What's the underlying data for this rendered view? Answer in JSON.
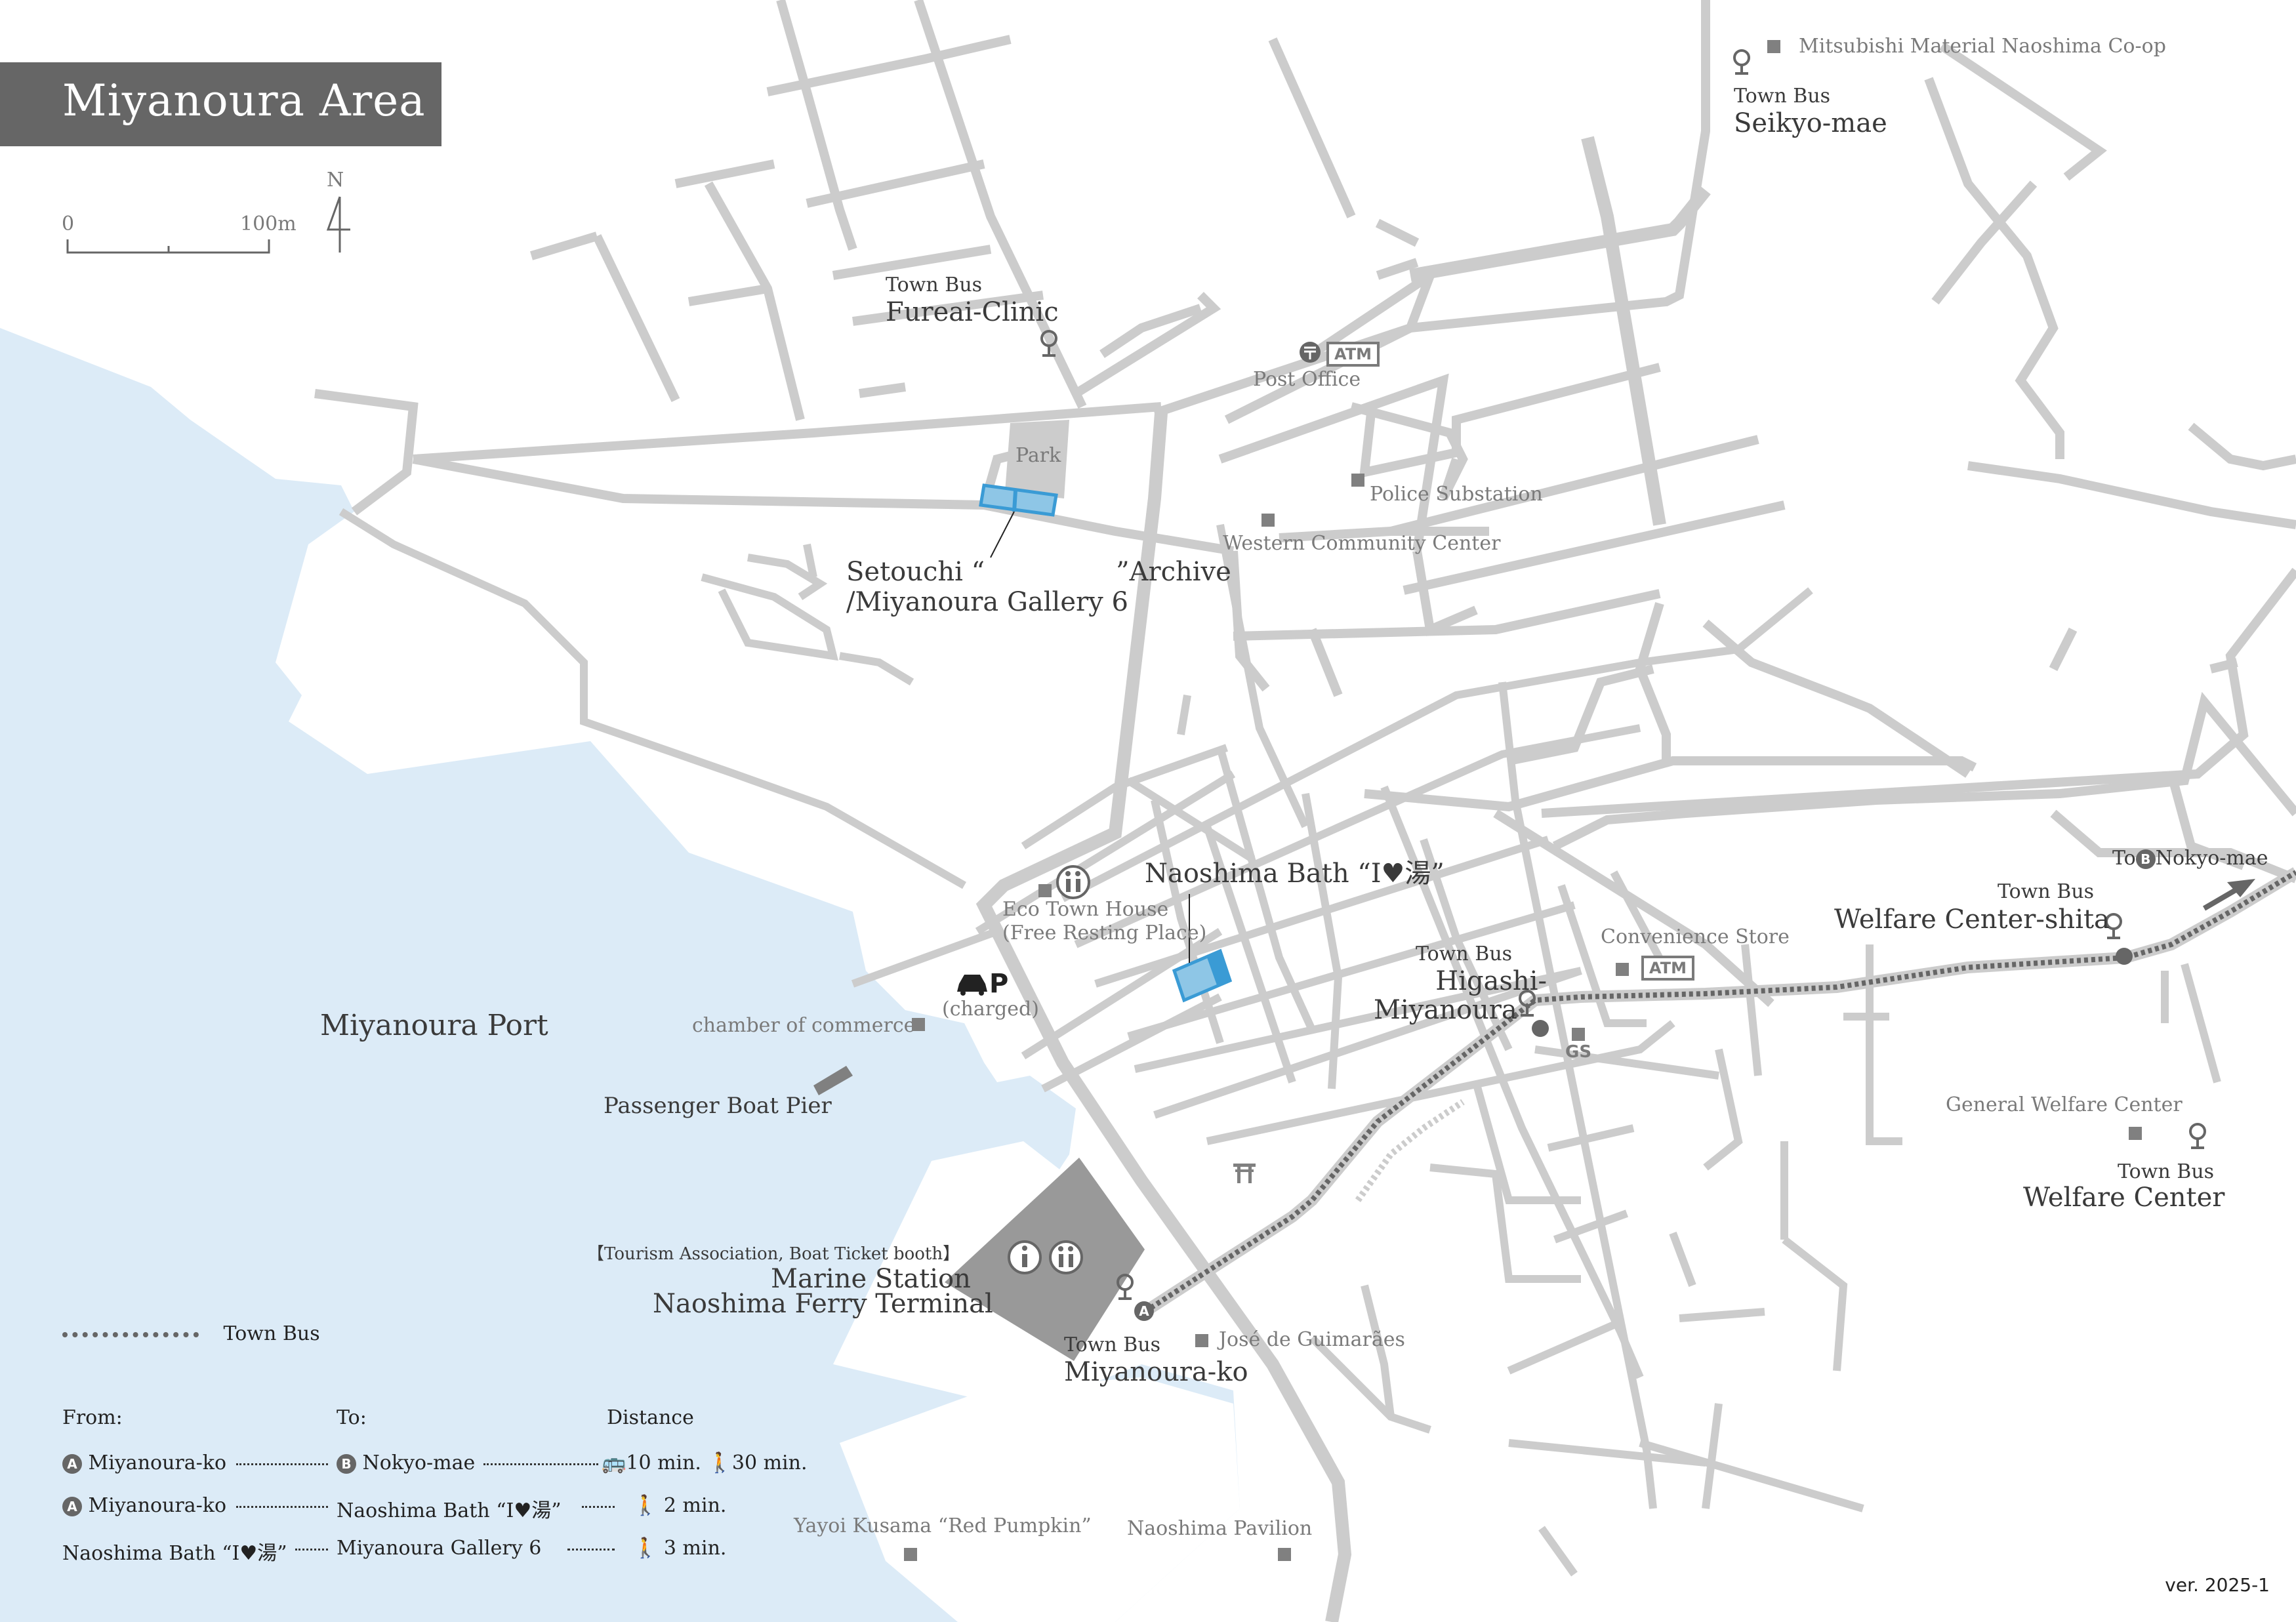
{
  "header": {
    "title": "Miyanoura Area"
  },
  "scale": {
    "zero": "0",
    "max": "100m",
    "north": "N"
  },
  "colors": {
    "sea": "#DCEBF7",
    "road": "#CCCCCC",
    "title_bg": "#666666",
    "building_grey": "#999999",
    "highlight_blue": "#8EC6E6",
    "highlight_blue_edge": "#3A9BD5",
    "bus_line": "#666666"
  },
  "places": {
    "mitsubishi": "Mitsubishi Material Naoshima Co-op",
    "seikyo_town_bus": "Town Bus",
    "seikyo_name": "Seikyo-mae",
    "fureai_town_bus": "Town Bus",
    "fureai_name": "Fureai-Clinic",
    "post_office": "Post Office",
    "post_atm": "ATM",
    "park": "Park",
    "police": "Police Substation",
    "western_cc": "Western Community Center",
    "setouchi_line1_a": "Setouchi “",
    "setouchi_line1_b": "”Archive",
    "setouchi_line2": "/Miyanoura Gallery 6",
    "naoshima_bath": "Naoshima Bath “I♥湯”",
    "eco_town_1": "Eco Town House",
    "eco_town_2": "(Free Resting Place)",
    "parking_p": "P",
    "parking_charged": "(charged)",
    "chamber": "chamber of commerce",
    "miyanoura_port": "Miyanoura Port",
    "boat_pier": "Passenger Boat Pier",
    "higashi_town_bus": "Town Bus",
    "higashi_name_1": "Higashi-",
    "higashi_name_2": "Miyanoura",
    "convenience": "Convenience Store",
    "conv_atm": "ATM",
    "gs": "GS",
    "to_nokyo_to": "To",
    "to_nokyo_b": "B",
    "to_nokyo_name": "Nokyo-mae",
    "welfare_shita_town_bus": "Town Bus",
    "welfare_shita_name": "Welfare Center-shita",
    "general_welfare": "General Welfare Center",
    "welfare_town_bus": "Town Bus",
    "welfare_name": "Welfare Center",
    "tourism": "【Tourism Association, Boat Ticket booth】",
    "marine_station": "Marine Station",
    "ferry_terminal": "Naoshima Ferry Terminal",
    "miyanoura_ko_town_bus": "Town Bus",
    "miyanoura_ko_name": "Miyanoura-ko",
    "stop_a": "A",
    "jose": "José de Guimarães",
    "red_pumpkin": "Yayoi Kusama “Red Pumpkin”",
    "pavilion": "Naoshima Pavilion",
    "info_icon": "i"
  },
  "legend": {
    "town_bus": "Town Bus",
    "headers": {
      "from": "From:",
      "to": "To:",
      "distance": "Distance"
    },
    "rows": [
      {
        "from_badge": "A",
        "from": "Miyanoura-ko",
        "to_badge": "B",
        "to": "Nokyo-mae",
        "bus": "10 min.",
        "walk": "30 min."
      },
      {
        "from_badge": "A",
        "from": "Miyanoura-ko",
        "to_badge": "",
        "to": "Naoshima Bath “I♥湯”",
        "bus": "",
        "walk": "2 min."
      },
      {
        "from_badge": "",
        "from": "Naoshima Bath “I♥湯”",
        "to_badge": "",
        "to": "Miyanoura Gallery 6",
        "bus": "",
        "walk": "3 min."
      }
    ]
  },
  "footer": {
    "version": "ver. 2025-1"
  }
}
